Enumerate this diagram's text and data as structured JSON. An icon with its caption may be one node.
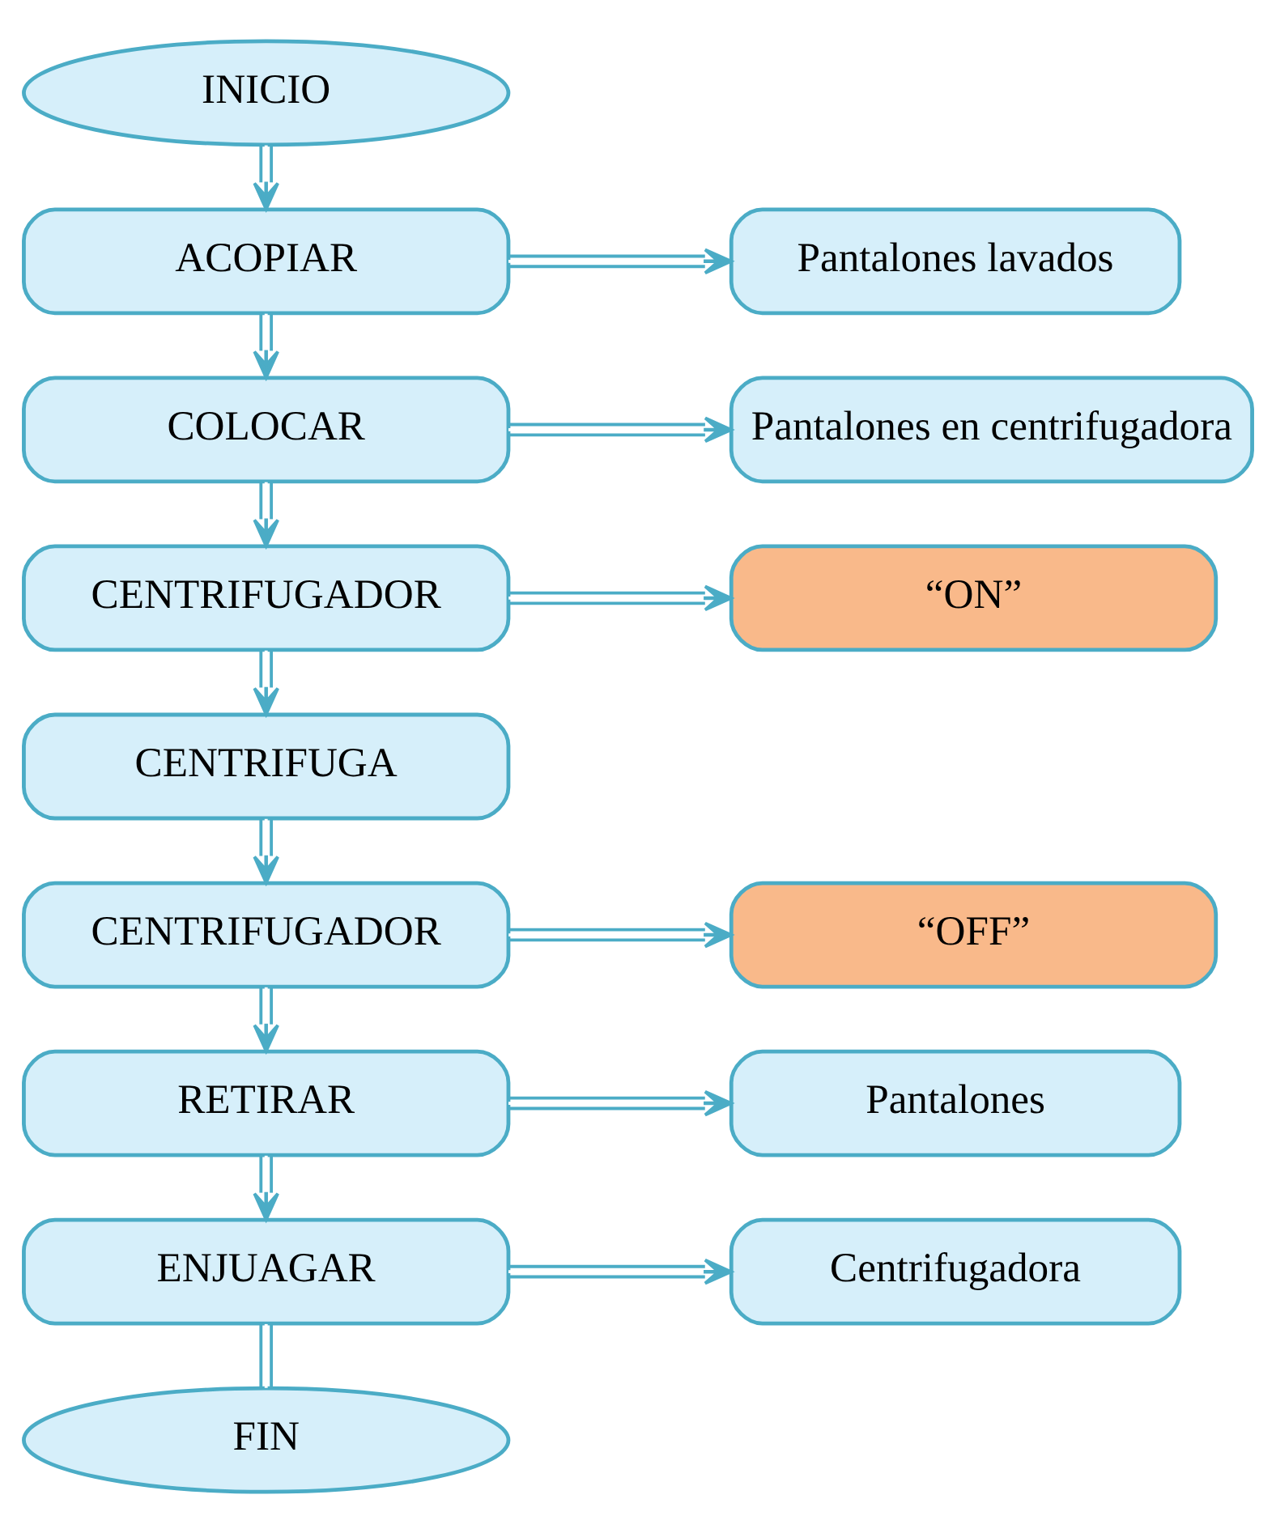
{
  "diagram": {
    "nodes": [
      {
        "text": [
          "INICIO"
        ]
      },
      {
        "text": [
          "ACOPIAR"
        ]
      },
      {
        "text": [
          "Pantalones lavados"
        ]
      },
      {
        "text": [
          "COLOCAR"
        ]
      },
      {
        "text": [
          "Pantalones en centrifugadora"
        ]
      },
      {
        "text": [
          "CENTRIFUGADOR"
        ]
      },
      {
        "text": [
          "“ON”"
        ]
      },
      {
        "text": [
          "CENTRIFUGA"
        ]
      },
      {
        "text": [
          "CENTRIFUGADOR"
        ]
      },
      {
        "text": [
          "“OFF”"
        ]
      },
      {
        "text": [
          "RETIRAR"
        ]
      },
      {
        "text": [
          "Pantalones"
        ]
      },
      {
        "text": [
          "ENJUAGAR"
        ]
      },
      {
        "text": [
          "Centrifugadora"
        ]
      },
      {
        "text": [
          "FIN"
        ]
      }
    ],
    "edges": [
      {
        "from": 0,
        "to": 1,
        "arrow": "to"
      },
      {
        "from": 1,
        "to": 2,
        "arrow": "to"
      },
      {
        "from": 1,
        "to": 3,
        "arrow": "to"
      },
      {
        "from": 3,
        "to": 4,
        "arrow": "to"
      },
      {
        "from": 3,
        "to": 5,
        "arrow": "to"
      },
      {
        "from": 5,
        "to": 6,
        "arrow": "to"
      },
      {
        "from": 5,
        "to": 7,
        "arrow": "to"
      },
      {
        "from": 7,
        "to": 8,
        "arrow": "to"
      },
      {
        "from": 8,
        "to": 9,
        "arrow": "to"
      },
      {
        "from": 8,
        "to": 10,
        "arrow": "to"
      },
      {
        "from": 10,
        "to": 11,
        "arrow": "to"
      },
      {
        "from": 10,
        "to": 12,
        "arrow": "to"
      },
      {
        "from": 12,
        "to": 13,
        "arrow": "to"
      },
      {
        "from": 12,
        "to": 14,
        "arrow": "none"
      }
    ]
  }
}
